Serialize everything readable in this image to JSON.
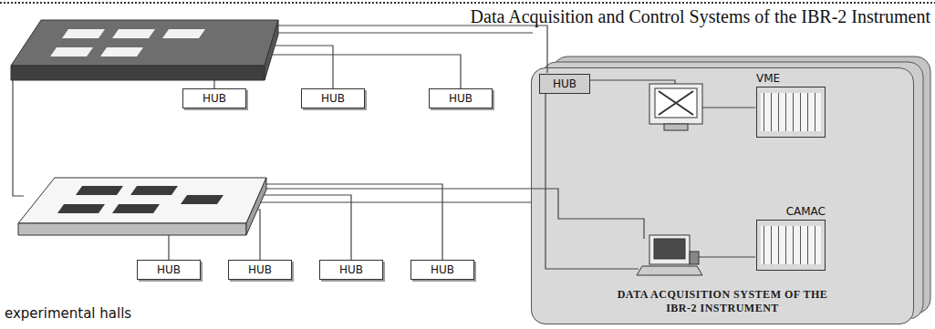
{
  "diagram": {
    "title": "Data Acquisition and Control Systems of the IBR-2 Instrument",
    "nodes": [
      {
        "text": [
          "HUB"
        ]
      },
      {
        "text": [
          "HUB"
        ]
      },
      {
        "text": [
          "HUB"
        ]
      },
      {
        "text": [
          "HUB"
        ]
      },
      {
        "text": [
          "HUB"
        ]
      },
      {
        "text": [
          "HUB"
        ]
      },
      {
        "text": [
          "HUB"
        ]
      },
      {
        "text": [
          "DATA ACQUISITION SYSTEM OF THE IBR-2 INSTRUMENT"
        ]
      },
      {
        "text": [
          "HUB"
        ],
        "in": 7
      },
      {
        "text": [
          "VME"
        ],
        "in": 7
      },
      {
        "text": [
          "CAMAC"
        ],
        "in": 7
      }
    ],
    "labels": [
      "experimental halls"
    ]
  }
}
